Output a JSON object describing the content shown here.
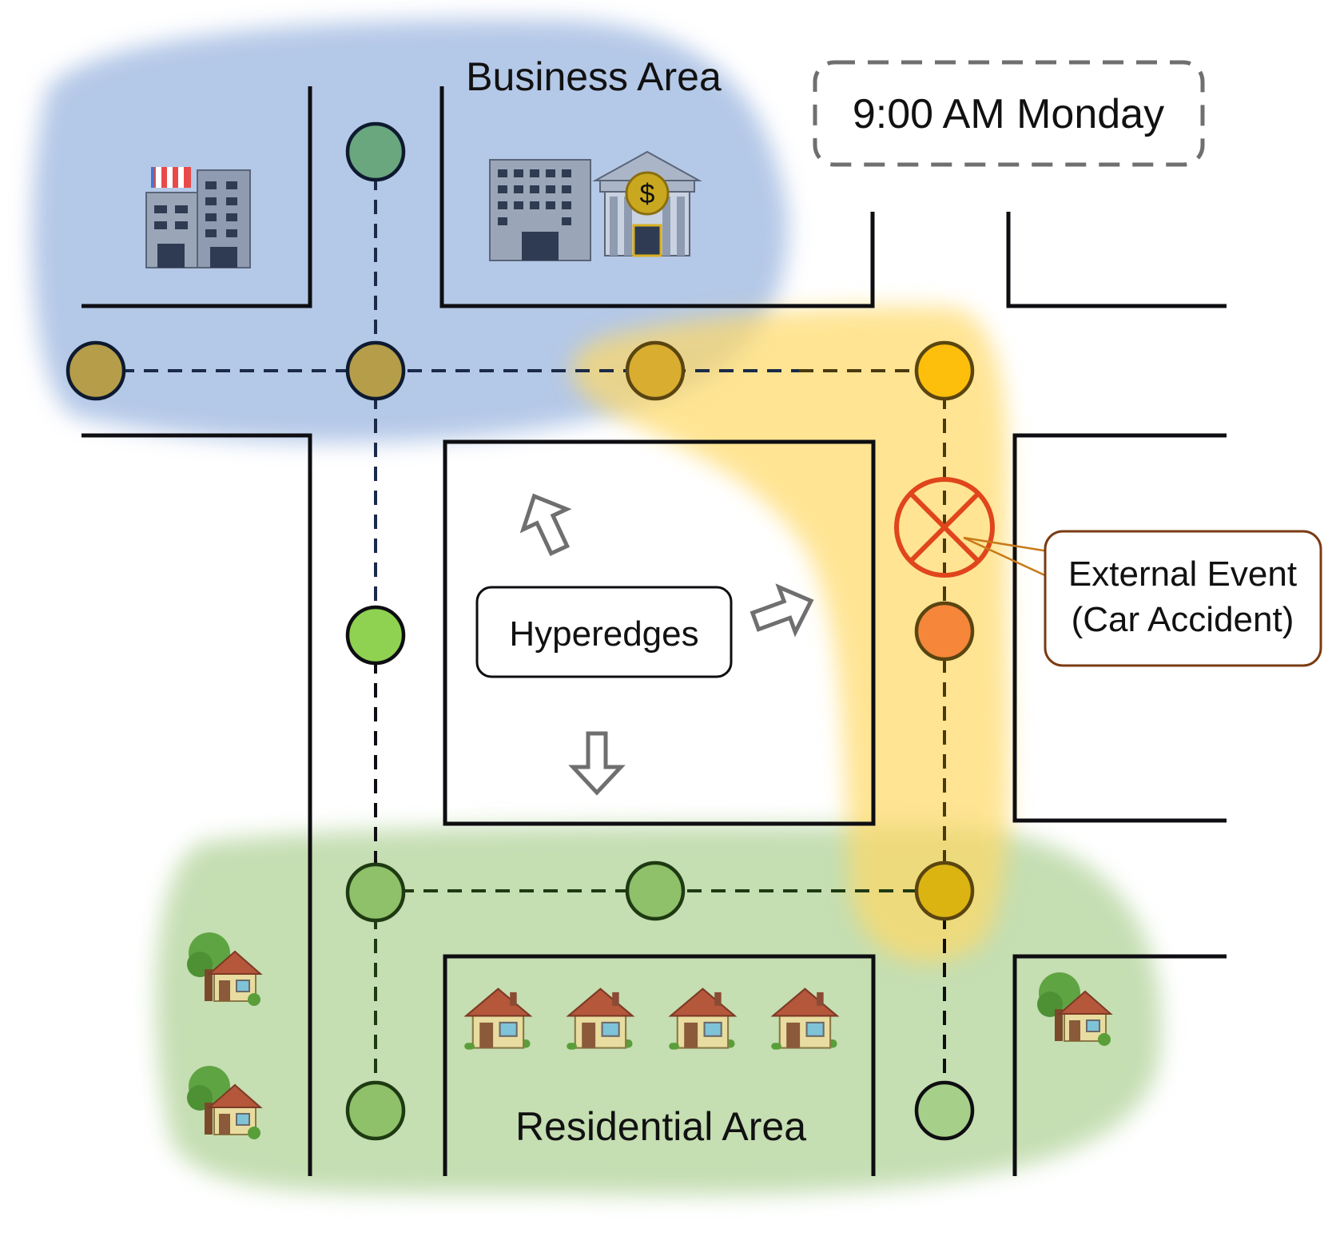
{
  "labels": {
    "business_area": "Business Area",
    "residential_area": "Residential Area",
    "time": "9:00 AM Monday",
    "hyperedges": "Hyperedges",
    "external_event_line1": "External Event",
    "external_event_line2": "(Car Accident)"
  },
  "icons": {
    "business_left": "office-building-icon",
    "business_right": "bank-icon",
    "residential": "house-icon",
    "incident": "cross-circle-icon"
  },
  "colors": {
    "business_region": "#9bb6e0",
    "residential_region": "#b7d6a0",
    "hyperedge_highlight": "#ffd966",
    "event_marker": "#e0451b",
    "event_callout_border": "#7a3b12",
    "road": "#0e0e12"
  }
}
